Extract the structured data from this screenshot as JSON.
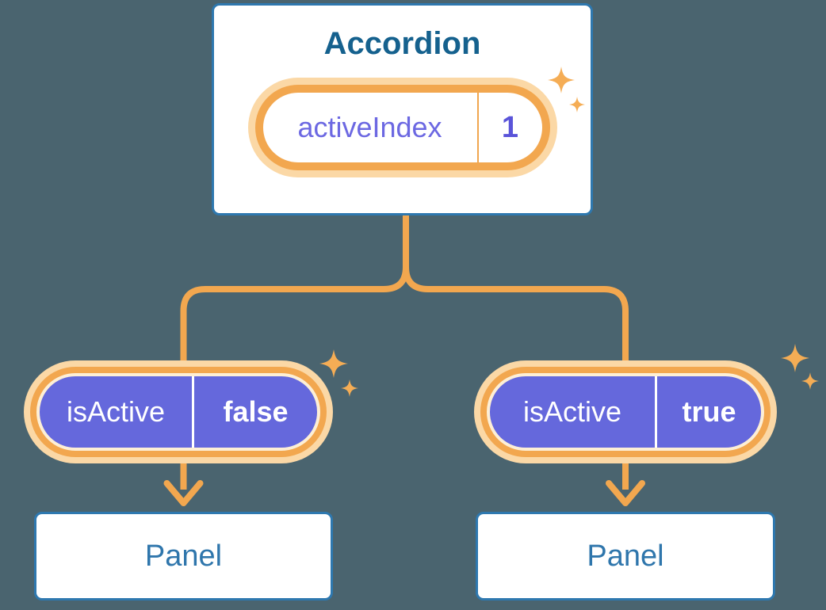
{
  "diagram": {
    "description_colors": {
      "background": "#4A646F",
      "card_border": "#2E78AF",
      "accordion_title_text": "#15618E",
      "panel_text": "#2F76AC",
      "connector_orange": "#F2A74F",
      "pill_halo_orange": "#FBD8A6",
      "pill_purple": "#6568DC",
      "state_name_text": "#6C68E2",
      "state_value_text": "#5A54D9",
      "sparkle": "#F5AD55"
    },
    "root_component": {
      "title": "Accordion",
      "state": {
        "name": "activeIndex",
        "value": "1"
      }
    },
    "children": [
      {
        "prop_name": "isActive",
        "prop_value": "false",
        "panel_label": "Panel"
      },
      {
        "prop_name": "isActive",
        "prop_value": "true",
        "panel_label": "Panel"
      }
    ]
  }
}
